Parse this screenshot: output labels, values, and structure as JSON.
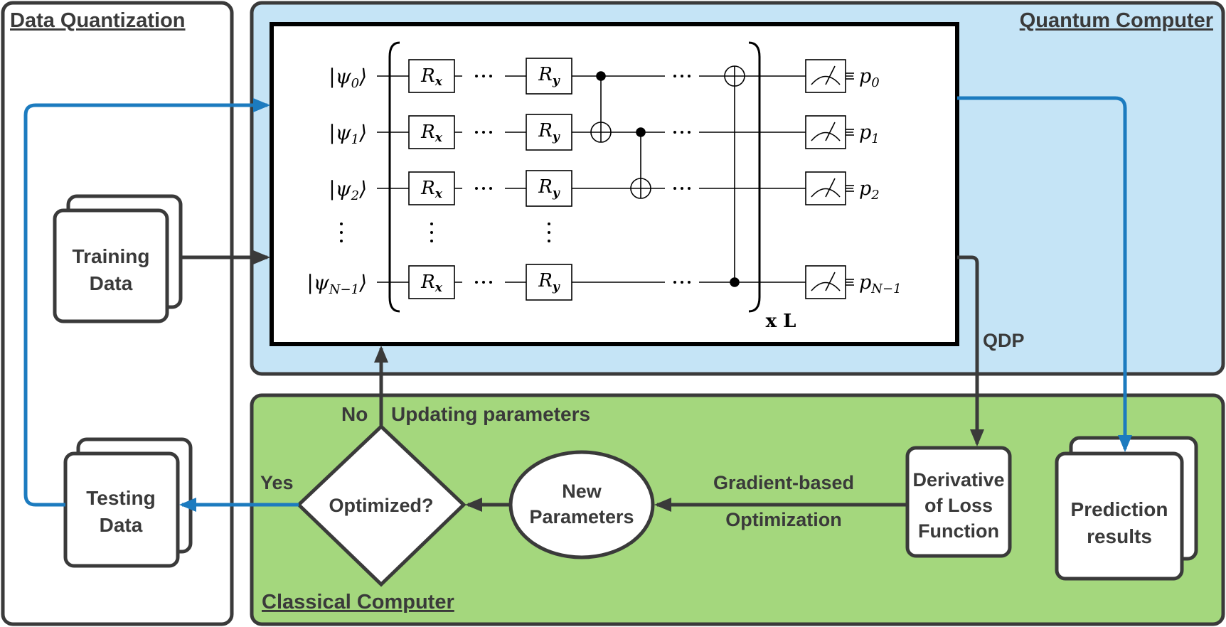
{
  "panels": {
    "data_quantization": "Data Quantization",
    "quantum_computer": "Quantum Computer",
    "classical_computer": "Classical Computer"
  },
  "circuit": {
    "qubits": [
      {
        "pre": "|ψ",
        "sub": "0",
        "post": "⟩"
      },
      {
        "pre": "|ψ",
        "sub": "1",
        "post": "⟩"
      },
      {
        "pre": "|ψ",
        "sub": "2",
        "post": "⟩"
      },
      {
        "pre": "|ψ",
        "sub": "N−1",
        "post": "⟩"
      }
    ],
    "rx": {
      "base": "R",
      "sub": "x"
    },
    "ry": {
      "base": "R",
      "sub": "y"
    },
    "outputs": [
      {
        "base": "p",
        "sub": "0"
      },
      {
        "base": "p",
        "sub": "1"
      },
      {
        "base": "p",
        "sub": "2"
      },
      {
        "base": "p",
        "sub": "N−1"
      }
    ],
    "repeat_label": "x L"
  },
  "nodes": {
    "training_data": [
      "Training",
      "Data"
    ],
    "testing_data": [
      "Testing",
      "Data"
    ],
    "optimized": "Optimized?",
    "new_parameters": [
      "New",
      "Parameters"
    ],
    "derivative": [
      "Derivative",
      "of Loss",
      "Function"
    ],
    "prediction": [
      "Prediction",
      "results"
    ]
  },
  "edge_labels": {
    "no": "No",
    "updating": "Updating parameters",
    "yes": "Yes",
    "qdp": "QDP",
    "gradient": [
      "Gradient-based",
      "Optimization"
    ]
  },
  "colors": {
    "quantum_bg": "#c5e4f6",
    "classical_bg": "#a4d77d",
    "border": "#3a3a3a",
    "blue_arrow": "#1c7bbf",
    "dark_arrow": "#3a3a3a"
  }
}
